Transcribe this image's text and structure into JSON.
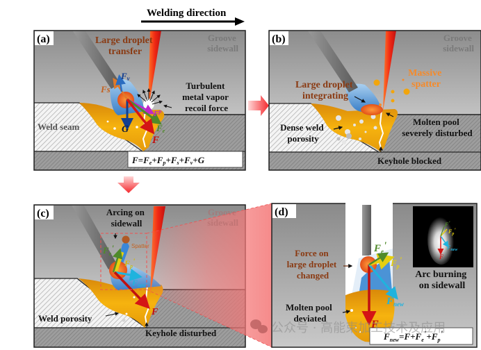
{
  "header": {
    "welding_direction": "Welding direction"
  },
  "panels": {
    "a": {
      "tag": "(a)",
      "groove_sidewall": [
        "Groove",
        "sidewall"
      ],
      "large_droplet_transfer": [
        "Large droplet",
        "transfer"
      ],
      "turbulent_vapor": [
        "Turbulent",
        "metal vapor",
        "recoil force"
      ],
      "weld_seam": "Weld seam",
      "forces": {
        "Fv": "F",
        "Fv_sub": "v",
        "Fs": "Fs",
        "Fp": "F",
        "Fp_sub": "p",
        "Fe": "F",
        "Fe_sub": "e",
        "F": "F",
        "G": "G"
      },
      "equation": "F = Fe + Fp + Fs + Fv + G",
      "equation_parts": [
        "F",
        "=",
        "F",
        "e",
        "+",
        "F",
        "p",
        "+",
        "F",
        "s",
        "+",
        "F",
        "v",
        "+",
        "G"
      ]
    },
    "b": {
      "tag": "(b)",
      "groove_sidewall": [
        "Groove",
        "sidewall"
      ],
      "massive_spatter": [
        "Massive",
        "spatter"
      ],
      "large_droplet_integrating": [
        "Large droplet",
        "integrating"
      ],
      "molten_pool": [
        "Molten pool",
        "severely disturbed"
      ],
      "dense_porosity": [
        "Dense weld",
        "porosity"
      ],
      "keyhole_blocked": "Keyhole blocked"
    },
    "c": {
      "tag": "(c)",
      "groove_sidewall": [
        "Groove",
        "sidewall"
      ],
      "arcing_on_sidewall": [
        "Arcing on",
        "sidewall"
      ],
      "spatter": "Spatter",
      "forces": {
        "Fe": "F",
        "Fe_sub": "e",
        "Fe_prime": "'",
        "Fp": "F",
        "Fp_sub": "p",
        "Fp_prime": "'",
        "Fnew": "F",
        "Fnew_sub": "new",
        "F": "F"
      },
      "weld_porosity": "Weld porosity",
      "keyhole_disturbed": "Keyhole disturbed"
    },
    "d": {
      "tag": "(d)",
      "force_on_droplet": [
        "Force on",
        "large droplet",
        "changed"
      ],
      "arc_burning": [
        "Arc burning",
        "on sidewall"
      ],
      "molten_pool_deviated": [
        "Molten pool",
        "deviated"
      ],
      "forces": {
        "Fe": "F",
        "Fe_sub": "e",
        "prime": "'",
        "Fp": "F",
        "Fp_sub": "p",
        "Fnew": "F",
        "Fnew_sub": "new",
        "F": "F"
      },
      "inset_forces": {
        "Fe": "F",
        "Fe_sub": "e",
        "Fp": "F",
        "Fp_sub": "p",
        "Fnew": "F",
        "Fnew_sub": "new",
        "F": "F",
        "prime": "'"
      },
      "equation": "Fnew = F + Fe' + Fp'",
      "equation_parts": [
        "F",
        "new",
        "=",
        "F",
        "+",
        "F",
        "e",
        "'",
        "+",
        "F",
        "p",
        "'"
      ]
    }
  },
  "watermark": "公众号 · 高能束加工技术及应用",
  "colors": {
    "laser_red": "#e8231c",
    "molten_orange": "#f2a50c",
    "arc_blue": "#4b93d6",
    "droplet_orange": "#ef6a1a",
    "label_brown": "#8a3a12",
    "spatter_orange": "#f58a2a",
    "force_red": "#d41515",
    "force_green": "#4f8a2a",
    "force_cyan": "#1fb3de",
    "force_yellow": "#e5cf10",
    "force_navy": "#143f8f",
    "force_magenta": "#c027c9",
    "zoom_connector": "#f47676"
  }
}
